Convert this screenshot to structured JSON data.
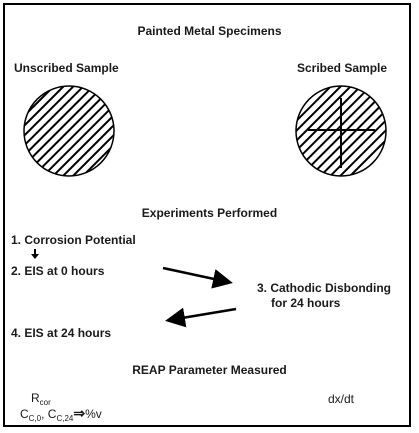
{
  "title": "Painted Metal Specimens",
  "samples": {
    "unscribed_label": "Unscribed Sample",
    "scribed_label": "Scribed Sample"
  },
  "experiments": {
    "heading": "Experiments Performed",
    "step1": "1. Corrosion Potential",
    "step2": "2. EIS at 0 hours",
    "step3_line1": "3. Cathodic Disbonding",
    "step3_line2": "for 24 hours",
    "step4": "4. EIS at 24 hours"
  },
  "reap": {
    "heading": "REAP Parameter Measured",
    "rcor_base": "R",
    "rcor_sub": "cor",
    "cc_base_1": "C",
    "cc_sub_1": "C,0",
    "cc_sep": ", ",
    "cc_base_2": "C",
    "cc_sub_2": "C,24",
    "cc_arrow": "⇒",
    "cc_result": "%v",
    "dxdt": "dx/dt"
  },
  "colors": {
    "ink": "#1a1a1a",
    "border": "#000000",
    "background": "#ffffff"
  }
}
